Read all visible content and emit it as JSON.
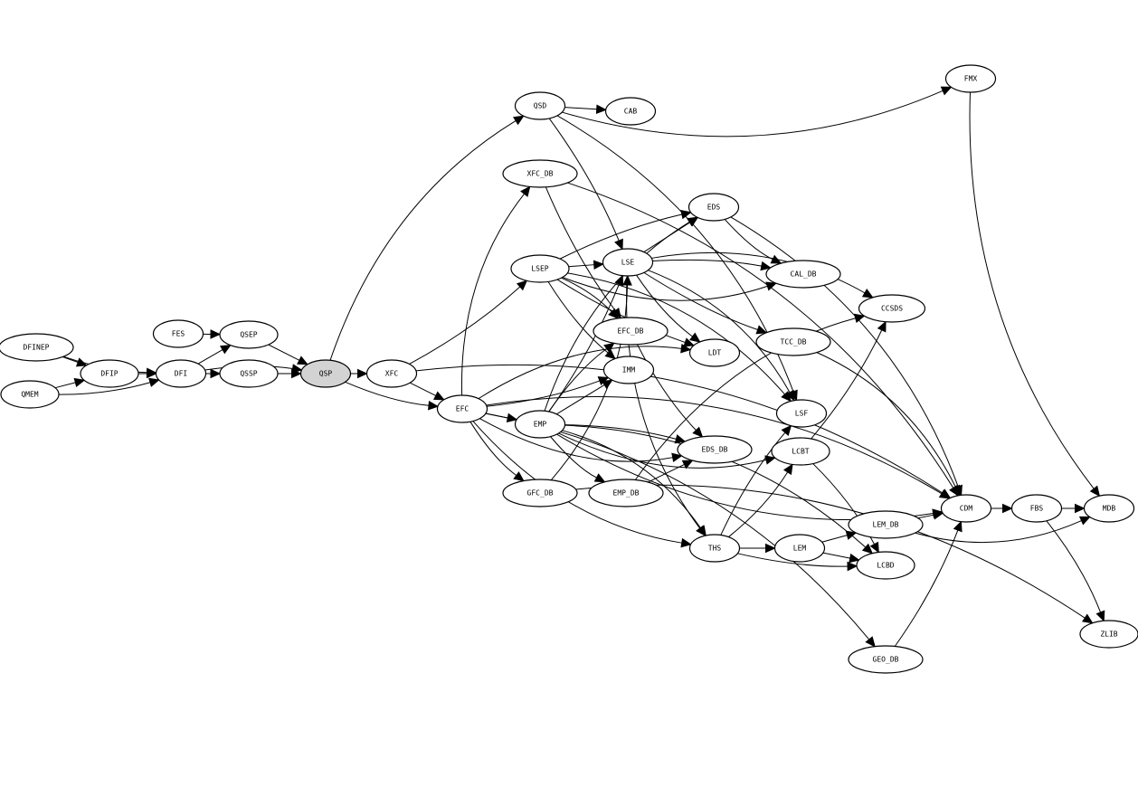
{
  "graph": {
    "highlighted_node": "QSP",
    "fill_highlight": "#d3d3d3",
    "nodes": [
      "DFINEP",
      "QMEM",
      "DFIP",
      "FES",
      "DFI",
      "QSEP",
      "QSSP",
      "QSP",
      "XFC",
      "QSD",
      "CAB",
      "FMX",
      "XFC_DB",
      "EDS",
      "LSEP",
      "LSE",
      "CAL_DB",
      "CCSDS",
      "EFC_DB",
      "TCC_DB",
      "LDT",
      "IMM",
      "EFC",
      "EMP",
      "LSF",
      "EDS_DB",
      "LCBT",
      "GFC_DB",
      "EMP_DB",
      "CDM",
      "FBS",
      "MDB",
      "LEM_DB",
      "THS",
      "LEM",
      "LCBD",
      "ZLIB",
      "GEO_DB"
    ],
    "edges": [
      [
        "DFINEP",
        "DFIP"
      ],
      [
        "DFINEP",
        "DFI"
      ],
      [
        "QMEM",
        "DFIP"
      ],
      [
        "QMEM",
        "DFI"
      ],
      [
        "DFIP",
        "DFI"
      ],
      [
        "FES",
        "QSEP"
      ],
      [
        "DFI",
        "QSEP"
      ],
      [
        "DFI",
        "QSSP"
      ],
      [
        "DFI",
        "QSP"
      ],
      [
        "QSEP",
        "QSP"
      ],
      [
        "QSSP",
        "QSP"
      ],
      [
        "QSP",
        "XFC"
      ],
      [
        "QSP",
        "QSD"
      ],
      [
        "QSP",
        "EFC"
      ],
      [
        "XFC",
        "EFC"
      ],
      [
        "XFC",
        "LSEP"
      ],
      [
        "XFC",
        "CDM"
      ],
      [
        "QSD",
        "CAB"
      ],
      [
        "QSD",
        "LSE"
      ],
      [
        "QSD",
        "FMX"
      ],
      [
        "QSD",
        "LSF"
      ],
      [
        "FMX",
        "MDB"
      ],
      [
        "EFC",
        "EMP"
      ],
      [
        "EFC",
        "GFC_DB"
      ],
      [
        "EFC",
        "XFC_DB"
      ],
      [
        "EFC",
        "EDS_DB"
      ],
      [
        "EFC",
        "LDT"
      ],
      [
        "EFC",
        "THS"
      ],
      [
        "EFC",
        "CDM"
      ],
      [
        "EFC",
        "IMM"
      ],
      [
        "EFC",
        "GEO_DB"
      ],
      [
        "LSEP",
        "LSE"
      ],
      [
        "LSEP",
        "EFC_DB"
      ],
      [
        "LSEP",
        "IMM"
      ],
      [
        "LSEP",
        "LSF"
      ],
      [
        "LSEP",
        "CAL_DB"
      ],
      [
        "LSEP",
        "EDS"
      ],
      [
        "LSEP",
        "LDT"
      ],
      [
        "LSE",
        "EDS"
      ],
      [
        "LSE",
        "LDT"
      ],
      [
        "LSE",
        "LSF"
      ],
      [
        "LSE",
        "TCC_DB"
      ],
      [
        "LSE",
        "CCSDS"
      ],
      [
        "LSE",
        "THS"
      ],
      [
        "LSE",
        "CAL_DB"
      ],
      [
        "EDS",
        "CAL_DB"
      ],
      [
        "EDS",
        "CDM"
      ],
      [
        "XFC_DB",
        "EFC_DB"
      ],
      [
        "XFC_DB",
        "CDM"
      ],
      [
        "EMP",
        "LSE"
      ],
      [
        "EMP",
        "EFC_DB"
      ],
      [
        "EMP",
        "IMM"
      ],
      [
        "EMP",
        "EDS_DB"
      ],
      [
        "EMP",
        "EMP_DB"
      ],
      [
        "EMP",
        "THS"
      ],
      [
        "EMP",
        "LCBT"
      ],
      [
        "EMP",
        "LCBD"
      ],
      [
        "EMP",
        "CDM"
      ],
      [
        "EMP",
        "EDS"
      ],
      [
        "EMP_DB",
        "EDS_DB"
      ],
      [
        "EMP_DB",
        "CCSDS"
      ],
      [
        "GFC_DB",
        "LSE"
      ],
      [
        "GFC_DB",
        "ZLIB"
      ],
      [
        "EFC_DB",
        "EDS_DB"
      ],
      [
        "THS",
        "LEM"
      ],
      [
        "THS",
        "LCBT"
      ],
      [
        "THS",
        "LSF"
      ],
      [
        "THS",
        "LCBD"
      ],
      [
        "LEM",
        "LEM_DB"
      ],
      [
        "LEM",
        "LCBD"
      ],
      [
        "LCBT",
        "LCBD"
      ],
      [
        "LCBT",
        "CCSDS"
      ],
      [
        "LEM_DB",
        "CDM"
      ],
      [
        "LEM_DB",
        "MDB"
      ],
      [
        "CDM",
        "FBS"
      ],
      [
        "FBS",
        "MDB"
      ],
      [
        "FBS",
        "ZLIB"
      ],
      [
        "GEO_DB",
        "CDM"
      ],
      [
        "TCC_DB",
        "CDM"
      ]
    ]
  }
}
